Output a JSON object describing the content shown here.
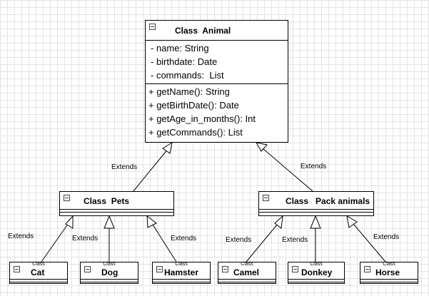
{
  "diagram": {
    "type": "uml-class-diagram",
    "relationship_label": "Extends",
    "animal": {
      "title": "Class  Animal",
      "attributes": [
        "- name: String",
        "- birthdate: Date",
        "- commands:  List"
      ],
      "methods": [
        "+ getName(): String",
        "+ getBirthDate(): Date",
        "+ getAge_in_months(): Int",
        "+ getCommands(): List"
      ]
    },
    "pets": {
      "title": "Class  Pets"
    },
    "pack": {
      "title": "Class   Pack animals"
    },
    "leaf_tag": "Class",
    "leaves": {
      "cat": "Cat",
      "dog": "Dog",
      "hamster": "Hamster",
      "camel": "Camel",
      "donkey": "Donkey",
      "horse": "Horse"
    }
  }
}
